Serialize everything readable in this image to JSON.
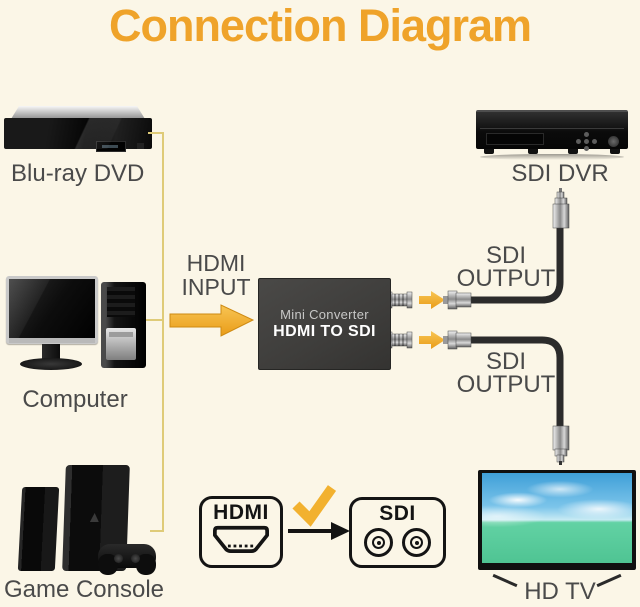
{
  "title": "Connection Diagram",
  "left_devices": {
    "bluray_label": "Blu-ray DVD",
    "computer_label": "Computer",
    "console_label": "Game Console"
  },
  "right_devices": {
    "dvr_label": "SDI DVR",
    "tv_label": "HD TV"
  },
  "converter": {
    "name": "Mini Converter",
    "model": "HDMI TO SDI"
  },
  "labels": {
    "hdmi_input": [
      "HDMI",
      "INPUT"
    ],
    "sdi_output_top": [
      "SDI",
      "OUTPUT"
    ],
    "sdi_output_bottom": [
      "SDI",
      "OUTPUT"
    ]
  },
  "badges": {
    "hdmi": "HDMI",
    "sdi": "SDI"
  },
  "icons": {
    "check": "checkmark-icon",
    "arrow": "right-arrow-icon"
  },
  "colors": {
    "background": "#FBF6E7",
    "title": "#EFA32A",
    "arrow_gold": "#F2AC2E",
    "bracket_line": "#DFCB78",
    "label_text": "#4A4A4A",
    "converter_body": "#3E3D3B",
    "cable": "#2B2B2B",
    "check": "#F2B12F",
    "tv_sky": "#3F9FD8",
    "tv_sea": "#4FC493"
  }
}
